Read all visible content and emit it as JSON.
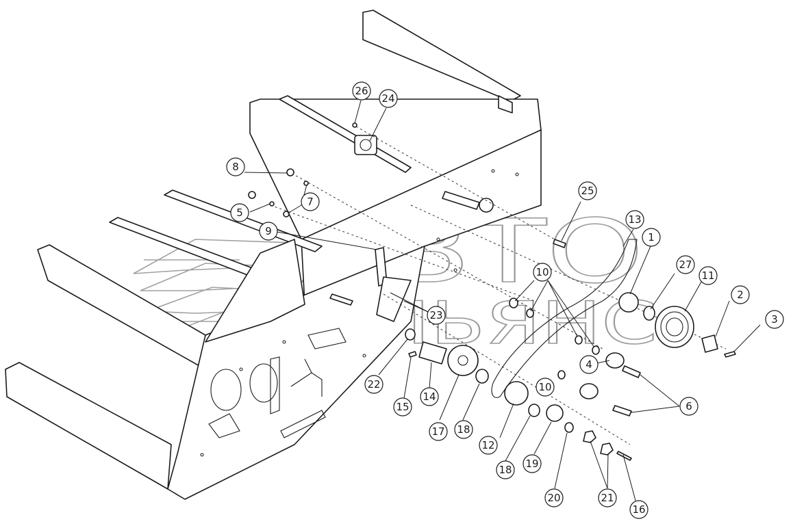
{
  "watermark": {
    "line1": "АВТО",
    "line2": "АЛЬЯНС"
  },
  "callouts": [
    "1",
    "2",
    "3",
    "4",
    "5",
    "6",
    "7",
    "8",
    "9",
    "10",
    "11",
    "12",
    "13",
    "14",
    "15",
    "16",
    "17",
    "18",
    "19",
    "20",
    "21",
    "22",
    "23",
    "24",
    "25",
    "26",
    "27"
  ]
}
